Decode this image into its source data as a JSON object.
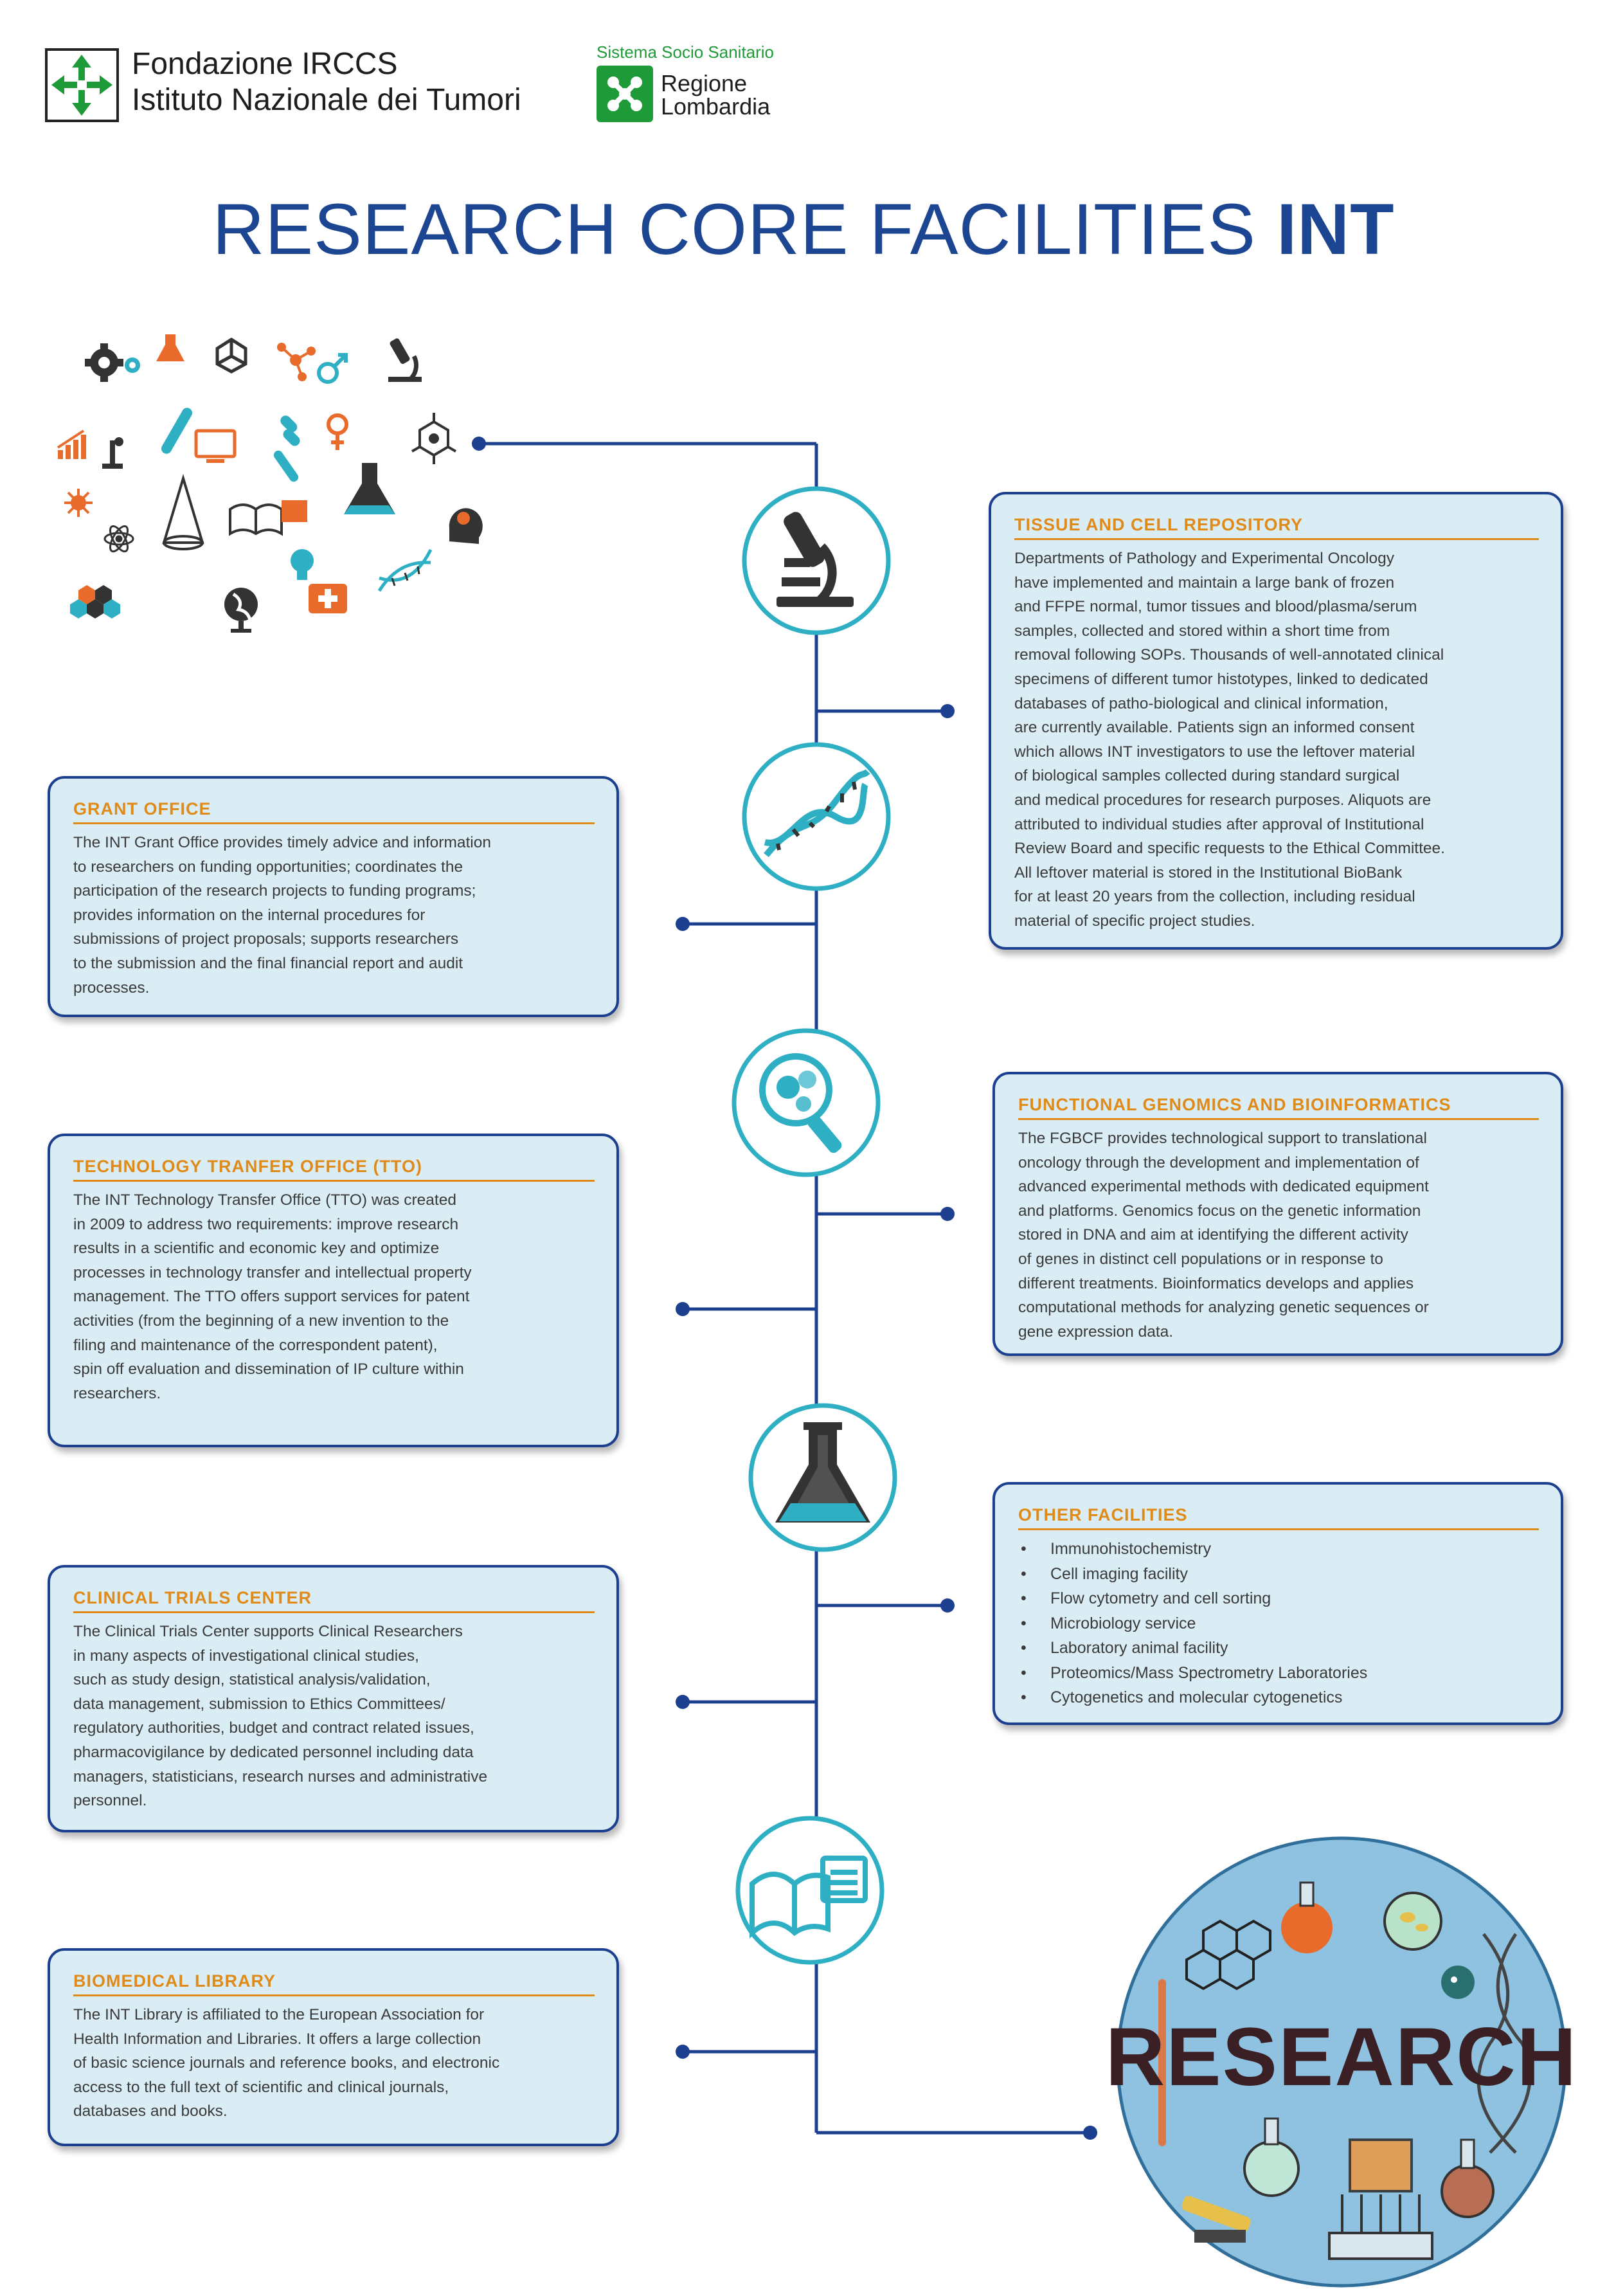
{
  "header": {
    "int_name_line1": "Fondazione IRCCS",
    "int_name_line2": "Istituto Nazionale dei Tumori",
    "region_subtitle": "Sistema Socio Sanitario",
    "region_name_line1": "Regione",
    "region_name_line2": "Lombardia"
  },
  "title": {
    "main": "RESEARCH CORE FACILITIES ",
    "bold": "INT"
  },
  "colors": {
    "brand_blue": "#1c4592",
    "line_blue": "#1c3f8f",
    "heading_orange": "#e08a19",
    "box_fill": "#daedf5",
    "teal": "#2eafc4",
    "region_green": "#1f9a38"
  },
  "icons": [
    "microscope-icon",
    "dna-icon",
    "magnifier-cells-icon",
    "flask-icon",
    "books-icon"
  ],
  "sections": {
    "tissue": {
      "title": "TISSUE AND CELL REPOSITORY",
      "text": "Departments of Pathology and Experimental Oncology\nhave implemented and maintain a large bank of frozen\nand FFPE normal, tumor tissues and blood/plasma/serum\nsamples, collected and stored within a short time from\nremoval following SOPs. Thousands of well-annotated clinical\nspecimens of different tumor histotypes, linked to dedicated\ndatabases of patho-biological and clinical information,\nare currently available. Patients sign an informed consent\nwhich allows INT investigators to use the leftover material\nof biological samples collected during standard surgical\nand medical procedures for research purposes. Aliquots are\nattributed to individual studies after approval of Institutional\nReview Board and specific requests to the Ethical Committee.\nAll leftover material is stored in the Institutional BioBank\nfor at least 20 years from the collection, including residual\nmaterial of specific project studies."
    },
    "grant": {
      "title": "GRANT OFFICE",
      "text": "The INT Grant Office provides timely advice and information\nto researchers on funding opportunities; coordinates the\nparticipation of the research projects to funding programs;\nprovides information on the internal procedures for\nsubmissions of project proposals; supports researchers\nto the submission and the final financial report and audit\nprocesses."
    },
    "genomics": {
      "title": "FUNCTIONAL GENOMICS AND BIOINFORMATICS",
      "text": "The FGBCF provides technological support to translational\noncology through the development and implementation of\nadvanced experimental methods with dedicated equipment\nand platforms. Genomics focus on the genetic information\nstored in DNA and aim at identifying the different activity\nof genes in distinct cell populations or in response to\ndifferent treatments. Bioinformatics develops and applies\ncomputational methods for analyzing genetic sequences or\ngene expression data."
    },
    "tto": {
      "title": "TECHNOLOGY TRANFER OFFICE (TTO)",
      "text": "The INT Technology Transfer Office (TTO) was created\nin 2009 to address two requirements: improve research\nresults in a scientific and economic key and optimize\nprocesses in technology transfer and intellectual property\nmanagement. The TTO offers support services for patent\nactivities (from the beginning of a new invention to the\nfiling and maintenance of the correspondent patent),\nspin off evaluation and dissemination of IP culture within\nresearchers."
    },
    "other": {
      "title": "OTHER FACILITIES",
      "bullet": "•",
      "items": [
        "Immunohistochemistry",
        "Cell imaging facility",
        "Flow cytometry and cell sorting",
        "Microbiology service",
        "Laboratory animal facility",
        "Proteomics/Mass Spectrometry Laboratories",
        "Cytogenetics and molecular cytogenetics"
      ]
    },
    "clinical": {
      "title": "CLINICAL TRIALS CENTER",
      "text": "The Clinical Trials Center supports Clinical Researchers\nin many aspects of investigational clinical studies,\nsuch as study design, statistical analysis/validation,\ndata management, submission to Ethics Committees/\nregulatory authorities, budget and contract related issues,\npharmacovigilance  by dedicated personnel including data\nmanagers, statisticians, research nurses and administrative\npersonnel."
    },
    "library": {
      "title": "BIOMEDICAL LIBRARY",
      "text": "The INT Library is affiliated to the European Association for\nHealth Information and Libraries. It offers a large collection\nof basic science journals and reference books, and electronic\naccess to the full text of scientific and clinical journals,\ndatabases and books."
    }
  },
  "research_badge": {
    "word": "RESEARCH"
  }
}
